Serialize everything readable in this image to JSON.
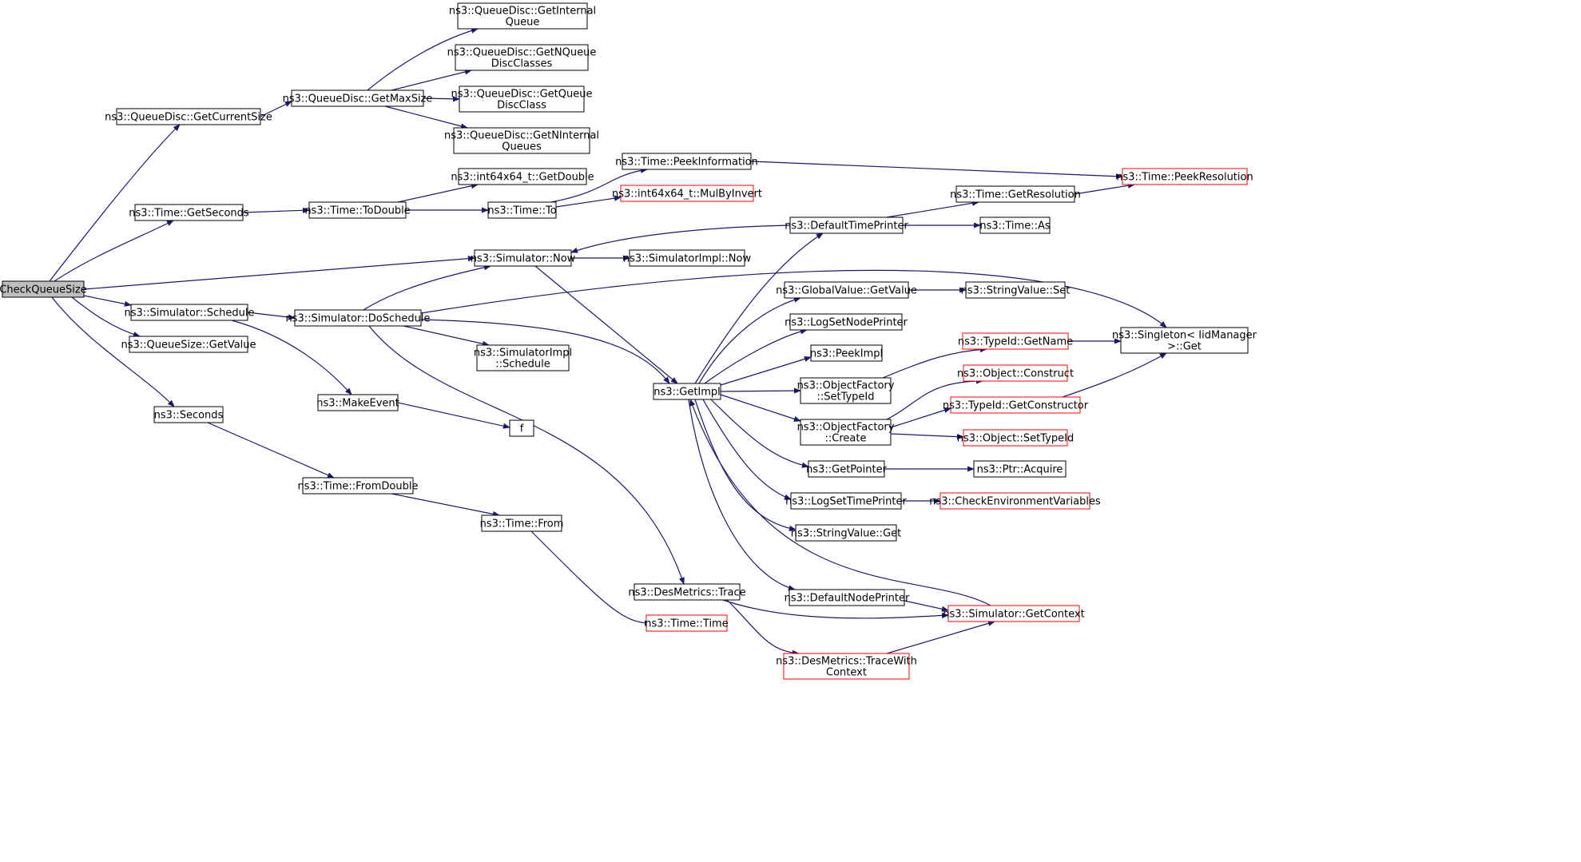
{
  "diagram": {
    "edge_color": "#191970",
    "node_border_default": "#000000",
    "node_border_missing": "#ff0000",
    "root_fill": "#bfbfbf",
    "nodes": [
      {
        "id": "root",
        "lines": [
          "CheckQueueSize"
        ],
        "border": "default",
        "fill": "root"
      },
      {
        "id": "qd_getcurrentsize",
        "lines": [
          "ns3::QueueDisc::GetCurrentSize"
        ],
        "border": "default"
      },
      {
        "id": "qd_getmaxsize",
        "lines": [
          "ns3::QueueDisc::GetMaxSize"
        ],
        "border": "default"
      },
      {
        "id": "qd_getinternalqueue",
        "lines": [
          "ns3::QueueDisc::GetInternal",
          "Queue"
        ],
        "border": "default"
      },
      {
        "id": "qd_getnqueuedisc",
        "lines": [
          "ns3::QueueDisc::GetNQueue",
          "DiscClasses"
        ],
        "border": "default"
      },
      {
        "id": "qd_getqueuedisc",
        "lines": [
          "ns3::QueueDisc::GetQueue",
          "DiscClass"
        ],
        "border": "default"
      },
      {
        "id": "qd_getninternal",
        "lines": [
          "ns3::QueueDisc::GetNInternal",
          "Queues"
        ],
        "border": "default"
      },
      {
        "id": "time_getseconds",
        "lines": [
          "ns3::Time::GetSeconds"
        ],
        "border": "default"
      },
      {
        "id": "time_todouble",
        "lines": [
          "ns3::Time::ToDouble"
        ],
        "border": "default"
      },
      {
        "id": "int64_getdouble",
        "lines": [
          "ns3::int64x64_t::GetDouble"
        ],
        "border": "default"
      },
      {
        "id": "time_to",
        "lines": [
          "ns3::Time::To"
        ],
        "border": "default"
      },
      {
        "id": "time_peekinformation",
        "lines": [
          "ns3::Time::PeekInformation"
        ],
        "border": "default"
      },
      {
        "id": "int64_mulbyinvert",
        "lines": [
          "ns3::int64x64_t::MulByInvert"
        ],
        "border": "missing"
      },
      {
        "id": "time_peekresolution",
        "lines": [
          "ns3::Time::PeekResolution"
        ],
        "border": "missing"
      },
      {
        "id": "sim_now",
        "lines": [
          "ns3::Simulator::Now"
        ],
        "border": "default"
      },
      {
        "id": "simimpl_now",
        "lines": [
          "ns3::SimulatorImpl::Now"
        ],
        "border": "default"
      },
      {
        "id": "defaulttimeprinter",
        "lines": [
          "ns3::DefaultTimePrinter"
        ],
        "border": "default"
      },
      {
        "id": "time_getresolution",
        "lines": [
          "ns3::Time::GetResolution"
        ],
        "border": "default"
      },
      {
        "id": "time_as",
        "lines": [
          "ns3::Time::As"
        ],
        "border": "default"
      },
      {
        "id": "sim_schedule",
        "lines": [
          "ns3::Simulator::Schedule"
        ],
        "border": "default"
      },
      {
        "id": "sim_doschedule",
        "lines": [
          "ns3::Simulator::DoSchedule"
        ],
        "border": "default"
      },
      {
        "id": "queuesize_getvalue",
        "lines": [
          "ns3::QueueSize::GetValue"
        ],
        "border": "default"
      },
      {
        "id": "globalvalue_getvalue",
        "lines": [
          "ns3::GlobalValue::GetValue"
        ],
        "border": "default"
      },
      {
        "id": "stringvalue_set",
        "lines": [
          "ns3::StringValue::Set"
        ],
        "border": "default"
      },
      {
        "id": "logsetnodeprinter",
        "lines": [
          "ns3::LogSetNodePrinter"
        ],
        "border": "default"
      },
      {
        "id": "singleton_get",
        "lines": [
          "ns3::Singleton< IidManager",
          ">::Get"
        ],
        "border": "default"
      },
      {
        "id": "peekimpl",
        "lines": [
          "ns3::PeekImpl"
        ],
        "border": "default"
      },
      {
        "id": "simimpl_schedule",
        "lines": [
          "ns3::SimulatorImpl",
          "::Schedule"
        ],
        "border": "default"
      },
      {
        "id": "typeid_getname",
        "lines": [
          "ns3::TypeId::GetName"
        ],
        "border": "missing"
      },
      {
        "id": "makeevent",
        "lines": [
          "ns3::MakeEvent"
        ],
        "border": "default"
      },
      {
        "id": "getimpl",
        "lines": [
          "ns3::GetImpl"
        ],
        "border": "default"
      },
      {
        "id": "of_settypeid",
        "lines": [
          "ns3::ObjectFactory",
          "::SetTypeId"
        ],
        "border": "default"
      },
      {
        "id": "object_construct",
        "lines": [
          "ns3::Object::Construct"
        ],
        "border": "missing"
      },
      {
        "id": "seconds",
        "lines": [
          "ns3::Seconds"
        ],
        "border": "default"
      },
      {
        "id": "f",
        "lines": [
          "f"
        ],
        "border": "default"
      },
      {
        "id": "typeid_getconstructor",
        "lines": [
          "ns3::TypeId::GetConstructor"
        ],
        "border": "missing"
      },
      {
        "id": "of_create",
        "lines": [
          "ns3::ObjectFactory",
          "::Create"
        ],
        "border": "default"
      },
      {
        "id": "object_settypeid",
        "lines": [
          "ns3::Object::SetTypeId"
        ],
        "border": "missing"
      },
      {
        "id": "getpointer",
        "lines": [
          "ns3::GetPointer"
        ],
        "border": "default"
      },
      {
        "id": "ptr_acquire",
        "lines": [
          "ns3::Ptr::Acquire"
        ],
        "border": "default"
      },
      {
        "id": "time_fromdouble",
        "lines": [
          "ns3::Time::FromDouble"
        ],
        "border": "default"
      },
      {
        "id": "logsettimeprinter",
        "lines": [
          "ns3::LogSetTimePrinter"
        ],
        "border": "default"
      },
      {
        "id": "checkenvvars",
        "lines": [
          "ns3::CheckEnvironmentVariables"
        ],
        "border": "missing"
      },
      {
        "id": "time_from",
        "lines": [
          "ns3::Time::From"
        ],
        "border": "default"
      },
      {
        "id": "stringvalue_get",
        "lines": [
          "ns3::StringValue::Get"
        ],
        "border": "default"
      },
      {
        "id": "desmetrics_trace",
        "lines": [
          "ns3::DesMetrics::Trace"
        ],
        "border": "default"
      },
      {
        "id": "defaultnodeprinter",
        "lines": [
          "ns3::DefaultNodePrinter"
        ],
        "border": "default"
      },
      {
        "id": "sim_getcontext",
        "lines": [
          "ns3::Simulator::GetContext"
        ],
        "border": "missing"
      },
      {
        "id": "time_time",
        "lines": [
          "ns3::Time::Time"
        ],
        "border": "missing"
      },
      {
        "id": "desmetrics_tracewith",
        "lines": [
          "ns3::DesMetrics::TraceWith",
          "Context"
        ],
        "border": "missing"
      }
    ],
    "edges": [
      {
        "from": "root",
        "to": "qd_getcurrentsize"
      },
      {
        "from": "root",
        "to": "time_getseconds"
      },
      {
        "from": "root",
        "to": "sim_now"
      },
      {
        "from": "root",
        "to": "sim_schedule"
      },
      {
        "from": "root",
        "to": "queuesize_getvalue"
      },
      {
        "from": "root",
        "to": "seconds"
      },
      {
        "from": "qd_getcurrentsize",
        "to": "qd_getmaxsize"
      },
      {
        "from": "qd_getmaxsize",
        "to": "qd_getinternalqueue"
      },
      {
        "from": "qd_getmaxsize",
        "to": "qd_getnqueuedisc"
      },
      {
        "from": "qd_getmaxsize",
        "to": "qd_getqueuedisc"
      },
      {
        "from": "qd_getmaxsize",
        "to": "qd_getninternal"
      },
      {
        "from": "time_getseconds",
        "to": "time_todouble"
      },
      {
        "from": "time_todouble",
        "to": "int64_getdouble"
      },
      {
        "from": "time_todouble",
        "to": "time_to"
      },
      {
        "from": "time_to",
        "to": "time_peekinformation"
      },
      {
        "from": "time_to",
        "to": "int64_mulbyinvert"
      },
      {
        "from": "time_peekinformation",
        "to": "time_peekresolution"
      },
      {
        "from": "sim_now",
        "to": "simimpl_now"
      },
      {
        "from": "sim_now",
        "to": "getimpl"
      },
      {
        "from": "defaulttimeprinter",
        "to": "sim_now"
      },
      {
        "from": "defaulttimeprinter",
        "to": "time_getresolution"
      },
      {
        "from": "defaulttimeprinter",
        "to": "time_as"
      },
      {
        "from": "time_getresolution",
        "to": "time_peekresolution"
      },
      {
        "from": "sim_schedule",
        "to": "sim_doschedule"
      },
      {
        "from": "sim_schedule",
        "to": "makeevent"
      },
      {
        "from": "sim_doschedule",
        "to": "sim_now"
      },
      {
        "from": "sim_doschedule",
        "to": "singleton_get"
      },
      {
        "from": "sim_doschedule",
        "to": "getimpl"
      },
      {
        "from": "sim_doschedule",
        "to": "simimpl_schedule"
      },
      {
        "from": "sim_doschedule",
        "to": "desmetrics_trace"
      },
      {
        "from": "makeevent",
        "to": "f"
      },
      {
        "from": "seconds",
        "to": "time_fromdouble"
      },
      {
        "from": "time_fromdouble",
        "to": "time_from"
      },
      {
        "from": "time_from",
        "to": "time_time"
      },
      {
        "from": "getimpl",
        "to": "defaulttimeprinter"
      },
      {
        "from": "getimpl",
        "to": "globalvalue_getvalue"
      },
      {
        "from": "getimpl",
        "to": "logsetnodeprinter"
      },
      {
        "from": "getimpl",
        "to": "peekimpl"
      },
      {
        "from": "getimpl",
        "to": "of_settypeid"
      },
      {
        "from": "getimpl",
        "to": "of_create"
      },
      {
        "from": "getimpl",
        "to": "getpointer"
      },
      {
        "from": "getimpl",
        "to": "logsettimeprinter"
      },
      {
        "from": "getimpl",
        "to": "stringvalue_get"
      },
      {
        "from": "getimpl",
        "to": "defaultnodeprinter"
      },
      {
        "from": "globalvalue_getvalue",
        "to": "stringvalue_set"
      },
      {
        "from": "of_settypeid",
        "to": "typeid_getname"
      },
      {
        "from": "typeid_getname",
        "to": "singleton_get"
      },
      {
        "from": "of_create",
        "to": "object_construct"
      },
      {
        "from": "of_create",
        "to": "typeid_getconstructor"
      },
      {
        "from": "of_create",
        "to": "object_settypeid"
      },
      {
        "from": "typeid_getconstructor",
        "to": "singleton_get"
      },
      {
        "from": "getpointer",
        "to": "ptr_acquire"
      },
      {
        "from": "logsettimeprinter",
        "to": "checkenvvars"
      },
      {
        "from": "defaultnodeprinter",
        "to": "sim_getcontext"
      },
      {
        "from": "sim_getcontext",
        "to": "getimpl"
      },
      {
        "from": "desmetrics_trace",
        "to": "sim_getcontext"
      },
      {
        "from": "desmetrics_trace",
        "to": "desmetrics_tracewith"
      },
      {
        "from": "desmetrics_tracewith",
        "to": "sim_getcontext"
      }
    ]
  }
}
